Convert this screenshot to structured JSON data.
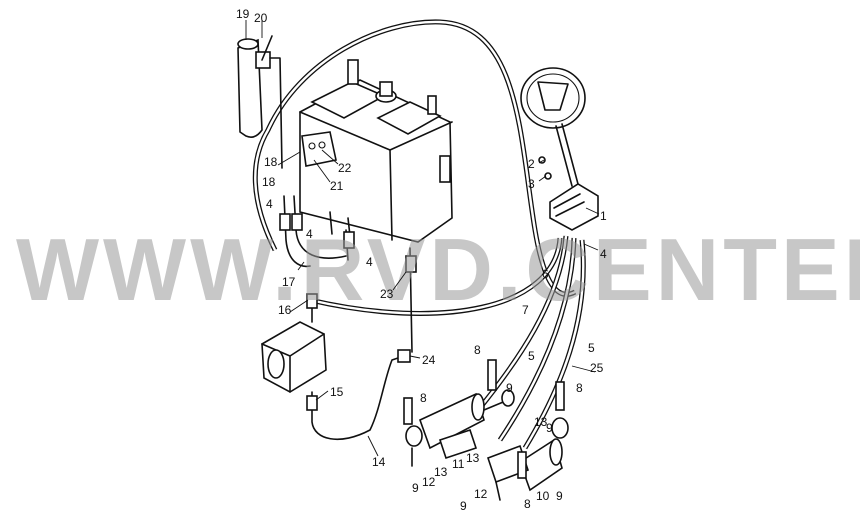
{
  "watermark": "WWW.RVD.CENTER",
  "callouts": {
    "c1": "1",
    "c2": "2",
    "c3": "3",
    "c4a": "4",
    "c4b": "4",
    "c4c": "4",
    "c4d": "4",
    "c5a": "5",
    "c5b": "5",
    "c6": "6",
    "c7": "7",
    "c8a": "8",
    "c8b": "8",
    "c8c": "8",
    "c8d": "8",
    "c9a": "9",
    "c9b": "9",
    "c9c": "9",
    "c9d": "9",
    "c9e": "9",
    "c10": "10",
    "c11": "11",
    "c12a": "12",
    "c12b": "12",
    "c13a": "13",
    "c13b": "13",
    "c13c": "13",
    "c14": "14",
    "c15": "15",
    "c16": "16",
    "c17": "17",
    "c18a": "18",
    "c18b": "18",
    "c19": "19",
    "c20": "20",
    "c21": "21",
    "c22": "22",
    "c23": "23",
    "c24": "24",
    "c25": "25"
  }
}
